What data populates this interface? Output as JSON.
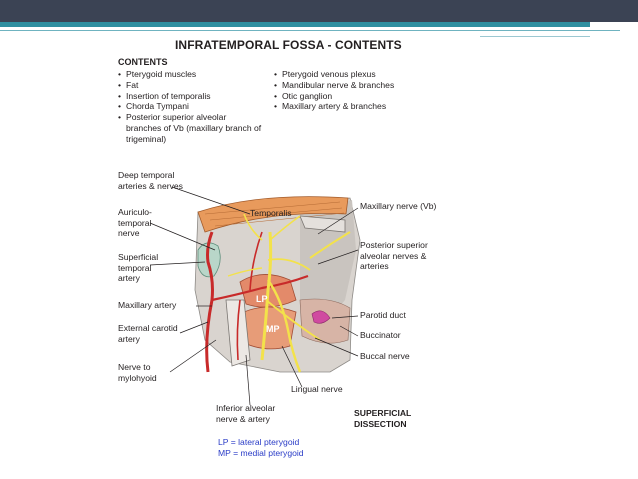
{
  "slide": {
    "title": "INFRATEMPORAL FOSSA - CONTENTS",
    "contents_heading": "CONTENTS",
    "contents_left": [
      "Pterygoid muscles",
      "Fat",
      "Insertion of temporalis",
      "Chorda Tympani",
      "Posterior superior alveolar branches of Vb (maxillary branch of trigeminal)"
    ],
    "contents_right": [
      "Pterygoid venous plexus",
      "Mandibular nerve & branches",
      "Otic ganglion",
      "Maxillary artery & branches"
    ]
  },
  "figure": {
    "labels": {
      "deep_temporal": "Deep temporal\narteries & nerves",
      "auriculotemporal": "Auriculo-\ntemporal\nnerve",
      "superficial_temporal": "Superficial\ntemporal\nartery",
      "maxillary_artery": "Maxillary artery",
      "external_carotid": "External carotid\nartery",
      "nerve_to_mylohyoid": "Nerve to\nmylohyoid",
      "inferior_alveolar": "Inferior alveolar\nnerve & artery",
      "lingual_nerve": "Lingual nerve",
      "maxillary_nerve": "Maxillary nerve (Vb)",
      "post_sup_alveolar": "Posterior superior\nalveolar nerves &\narteries",
      "parotid_duct": "Parotid duct",
      "buccinator": "Buccinator",
      "buccal_nerve": "Buccal nerve",
      "temporalis": "Temporalis",
      "lp": "LP",
      "mp": "MP"
    },
    "dissection": "SUPERFICIAL\nDISSECTION",
    "legend": {
      "lp": "LP  = lateral pterygoid",
      "mp": "MP = medial pterygoid"
    }
  },
  "colors": {
    "header_bar": "#3b4354",
    "header_accent": "#2f8fa0",
    "legend_text": "#2a3cc7",
    "muscle": "#e89a5c",
    "nerve": "#f3e24a",
    "artery": "#c82a2a"
  }
}
